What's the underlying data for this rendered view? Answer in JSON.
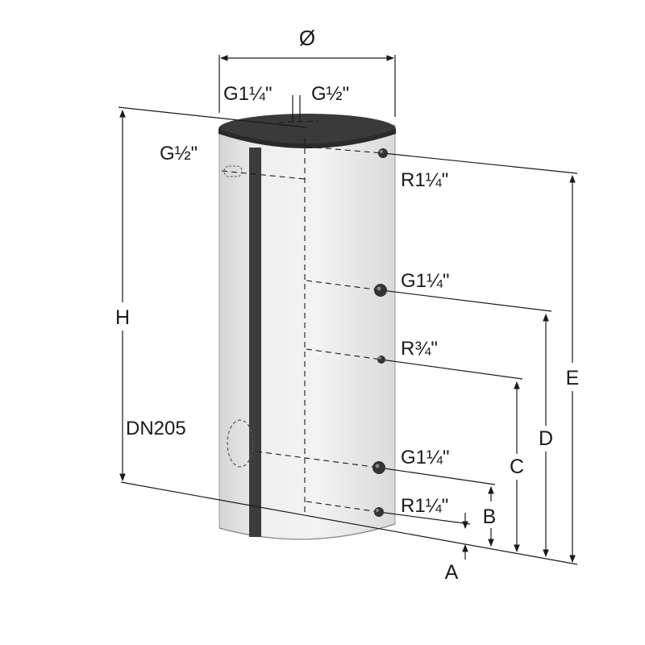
{
  "labels": {
    "diameter": "Ø",
    "top_left_conn": "G1¼\"",
    "top_right_conn": "G½\"",
    "side_top_conn": "G½\"",
    "conn_1": "R1¼\"",
    "conn_2": "G1¼\"",
    "conn_3": "R¾\"",
    "conn_4": "G1¼\"",
    "conn_5": "R1¼\"",
    "flange": "DN205",
    "height": "H",
    "dim_a": "A",
    "dim_b": "B",
    "dim_c": "C",
    "dim_d": "D",
    "dim_e": "E"
  },
  "colors": {
    "tank_body": "#ececec",
    "tank_lid": "#3a3a3a",
    "stripe": "#3c3c3c",
    "line": "#1a1a1a"
  }
}
